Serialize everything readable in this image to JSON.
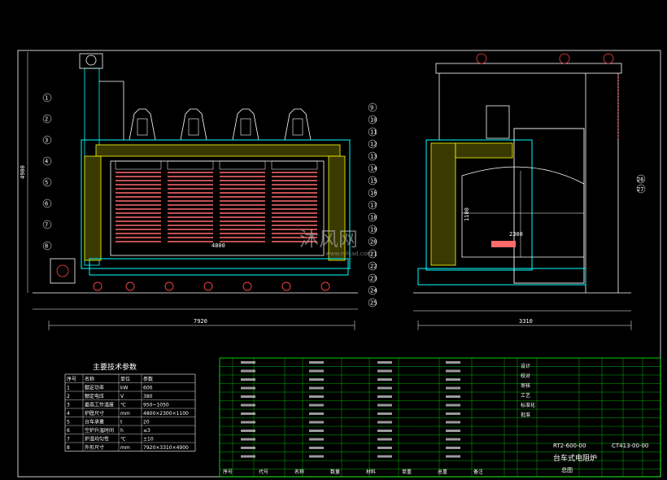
{
  "drawing": {
    "front_view": {
      "height_dim": "4900",
      "chamber_dim": "4800",
      "overall_dim": "7920",
      "part_numbers": [
        "1",
        "2",
        "3",
        "4",
        "5",
        "6",
        "7",
        "8",
        "9",
        "10",
        "11",
        "12",
        "13",
        "14",
        "15",
        "16",
        "17",
        "18",
        "19",
        "20",
        "21",
        "22",
        "23",
        "24",
        "25"
      ]
    },
    "side_view": {
      "chamber_width_dim": "1100",
      "inner_dim": "2300",
      "overall_dim": "3310",
      "callouts": [
        "26",
        "27"
      ]
    },
    "spec_table": {
      "title": "主要技术参数",
      "headers": [
        "序号",
        "名称",
        "单位",
        "参数"
      ],
      "rows": [
        [
          "1",
          "额定功率",
          "kW",
          "600"
        ],
        [
          "2",
          "额定电压",
          "V",
          "380"
        ],
        [
          "3",
          "最高工作温度",
          "℃",
          "950~1050"
        ],
        [
          "4",
          "炉膛尺寸",
          "mm",
          "4800×2300×1100"
        ],
        [
          "5",
          "台车承重",
          "t",
          "20"
        ],
        [
          "6",
          "空炉升温时间",
          "h",
          "≤3"
        ],
        [
          "7",
          "炉温均匀性",
          "℃",
          "±10"
        ],
        [
          "8",
          "外形尺寸",
          "mm",
          "7920×3310×4900"
        ]
      ]
    },
    "title_block": {
      "drawing_no": "RT2-600-00",
      "part_no": "CT413-00-00",
      "name": "台车式电阻炉",
      "sheet": "总图",
      "columns": [
        "序号",
        "代号",
        "名称",
        "数量",
        "材料",
        "单重",
        "总重",
        "备注"
      ],
      "approval": [
        "设计",
        "校对",
        "审核",
        "工艺",
        "标准化",
        "批准"
      ]
    },
    "watermark": {
      "main": "沐风网",
      "sub": "www.mfcad.com"
    },
    "colors": {
      "background": "#000000",
      "line": "#ffffff",
      "heating_element": "#ff6a6a",
      "insulation": "#ffff00",
      "structure": "#00ffff",
      "table_line": "#00ff00"
    }
  }
}
